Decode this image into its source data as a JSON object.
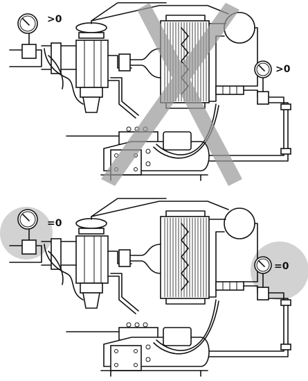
{
  "colors": {
    "line": "#111111",
    "background": "#ffffff",
    "cross": "#9a9a9a",
    "highlight": "#d2d2d2"
  },
  "icons": [
    "pressure-gauge-icon",
    "cross-mark-icon",
    "highlight-circle-icon"
  ],
  "top_panel": {
    "gauge_left_label": ">0",
    "gauge_right_label": ">0"
  },
  "bottom_panel": {
    "gauge_left_label": "=0",
    "gauge_right_label": "=0"
  }
}
